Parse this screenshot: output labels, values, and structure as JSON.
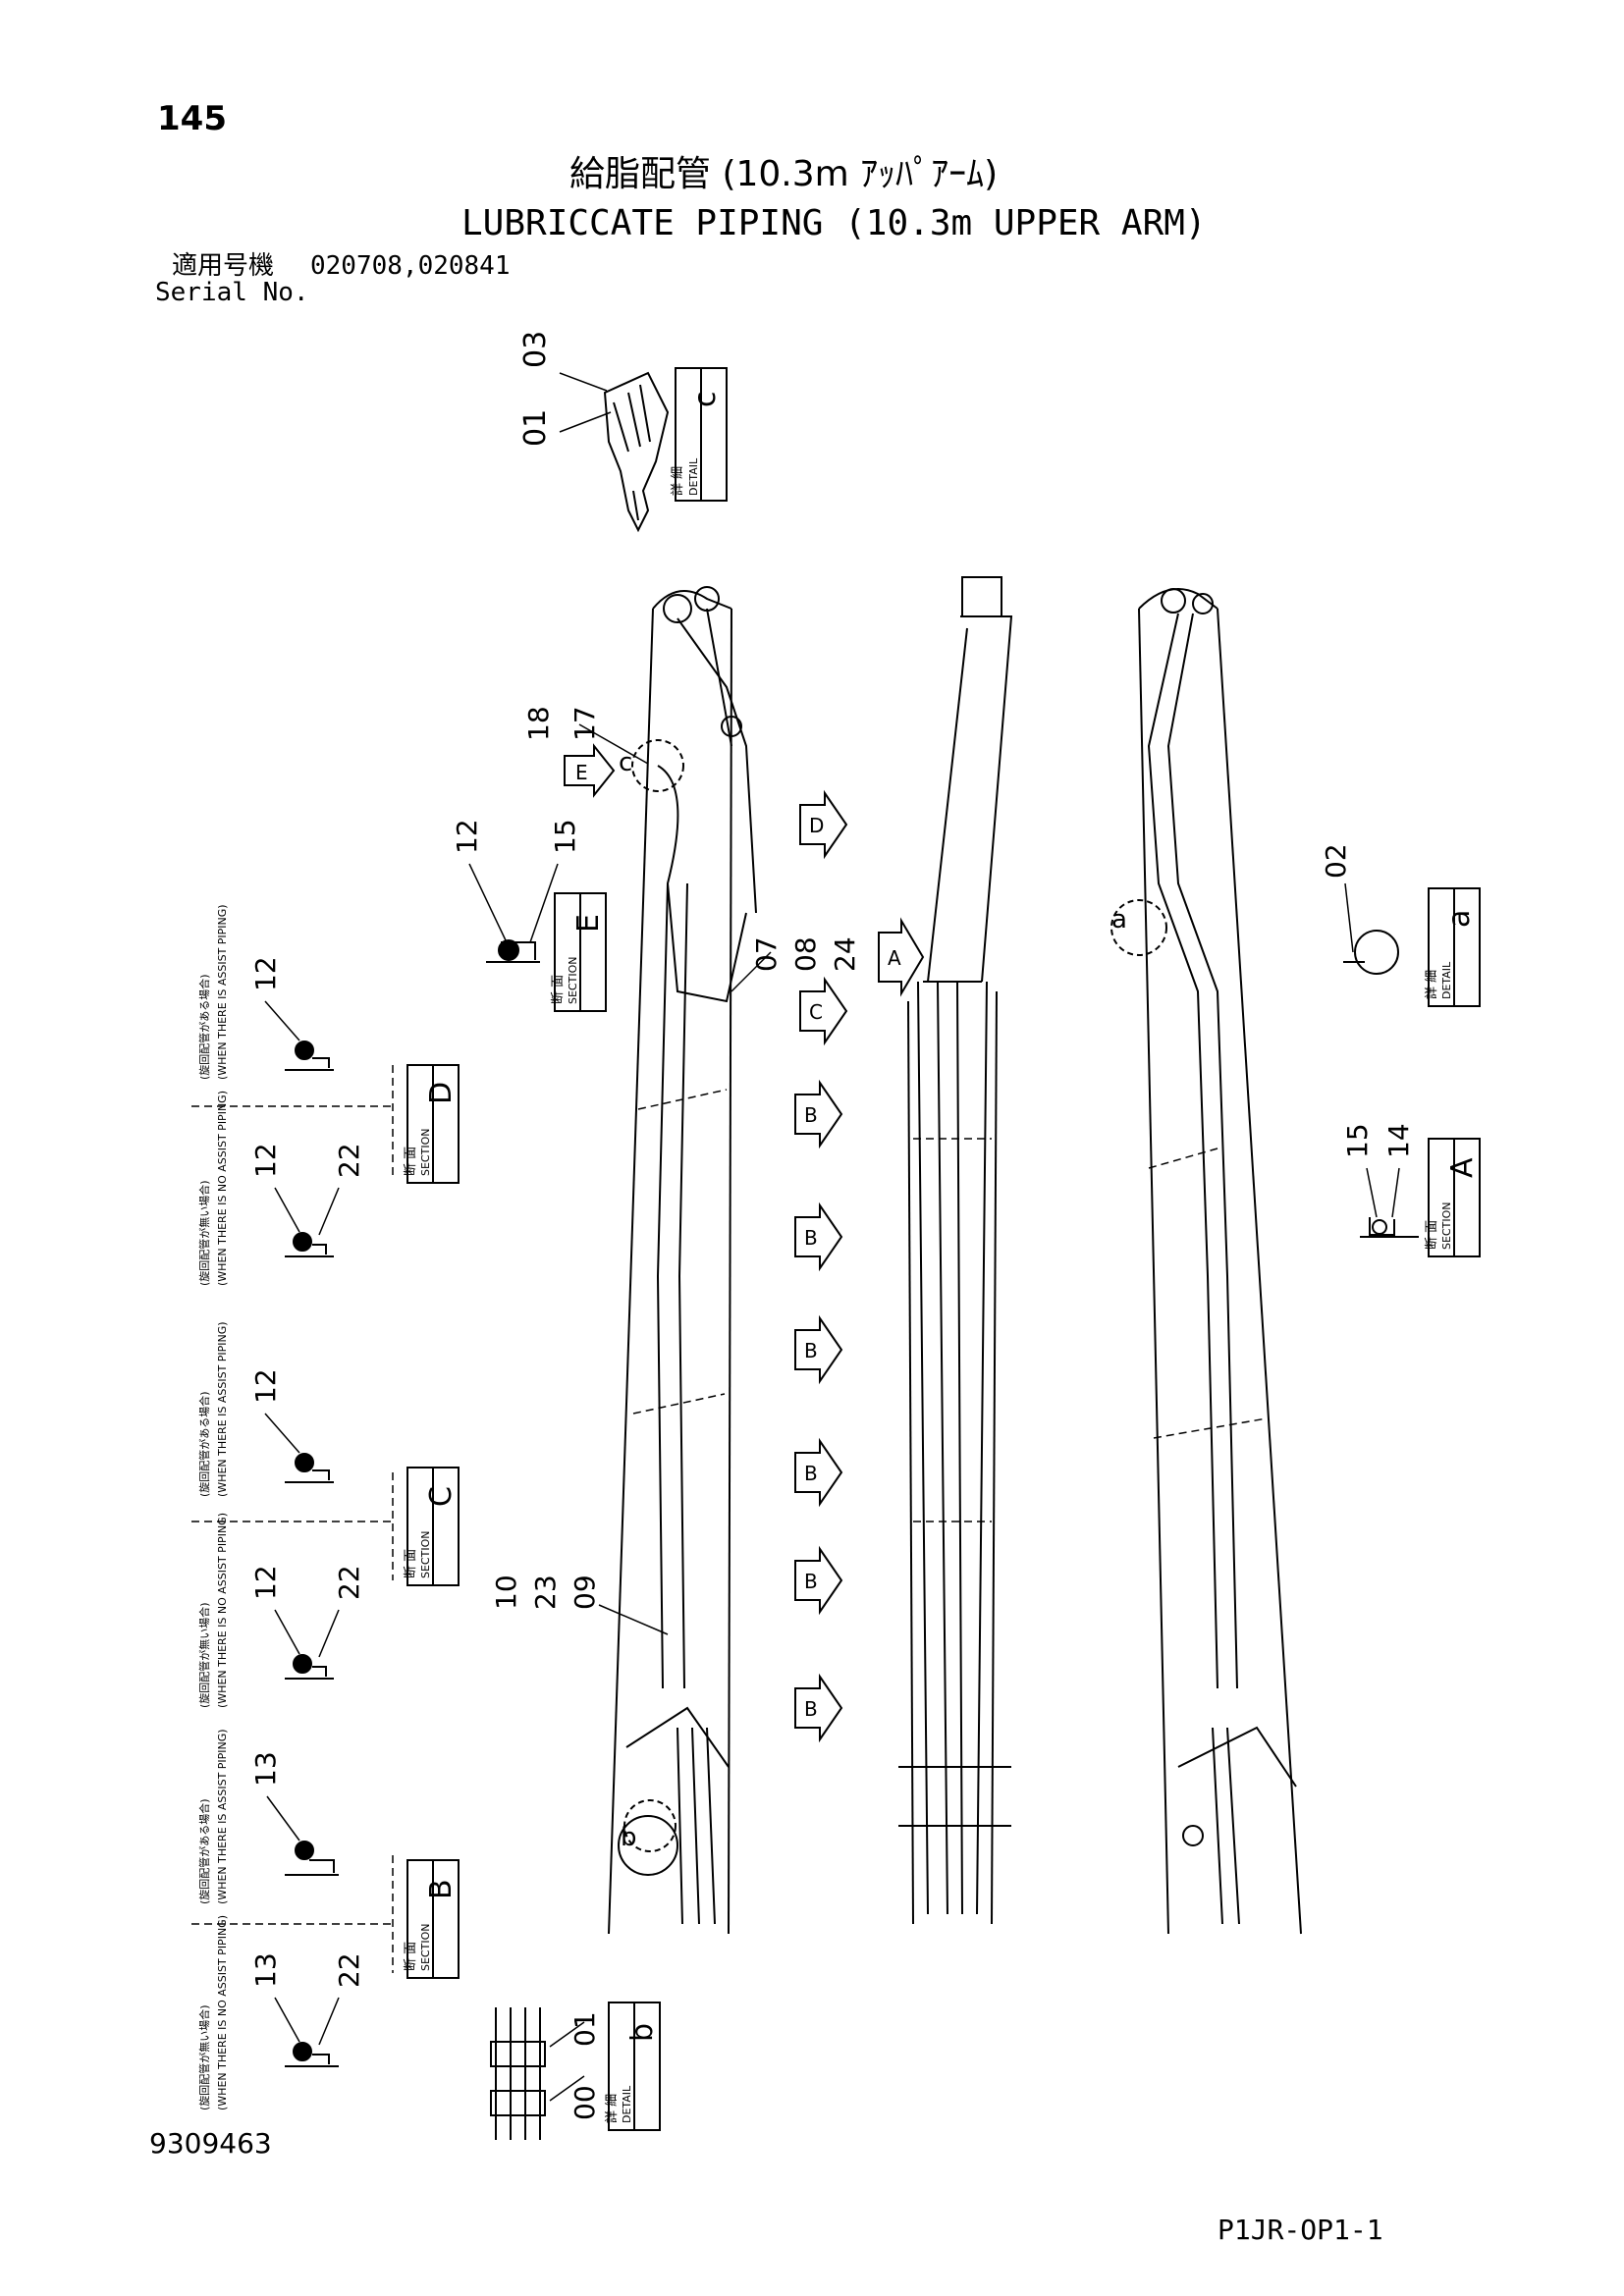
{
  "page_number": "145",
  "title_jp": "給脂配管 (10.3m ｱｯﾊﾟｱｰﾑ)",
  "title_en": "LUBRICCATE PIPING (10.3m UPPER ARM)",
  "serial": {
    "label_jp": "適用号機",
    "label_en": "Serial No.",
    "numbers": "020708,020841"
  },
  "doc_number": "9309463",
  "sheet_code": "P1JR-OP1-1",
  "labels": {
    "detail_jp": "詳 細",
    "detail_en": "DETAIL",
    "section_jp": "断 面",
    "section_en": "SECTION",
    "assist_yes": "(WHEN THERE IS ASSIST PIPING)",
    "assist_no": "(WHEN THERE IS NO ASSIST PIPING)",
    "assist_yes_jp": "(旋回配管がある場合)",
    "assist_no_jp": "(旋回配管が無い場合)"
  },
  "views": {
    "detail_c": {
      "letter": "c",
      "parts": [
        "03",
        "01"
      ]
    },
    "detail_a": {
      "letter": "a",
      "parts": [
        "02"
      ]
    },
    "detail_b": {
      "letter": "b",
      "parts": [
        "01",
        "00"
      ]
    },
    "section_e": {
      "letter": "E",
      "parts": [
        "12",
        "15"
      ]
    },
    "section_a": {
      "letter": "A",
      "parts": [
        "15",
        "14"
      ]
    },
    "section_d": {
      "letter": "D",
      "yes_parts": [
        "12"
      ],
      "no_parts": [
        "12",
        "22"
      ]
    },
    "section_c": {
      "letter": "C",
      "yes_parts": [
        "12"
      ],
      "no_parts": [
        "12",
        "22"
      ]
    },
    "section_b": {
      "letter": "B",
      "yes_parts": [
        "13"
      ],
      "no_parts": [
        "13",
        "22"
      ]
    }
  },
  "callouts": {
    "top": [
      "18",
      "17"
    ],
    "mid": [
      "07",
      "08",
      "24"
    ],
    "bottom": [
      "10",
      "23",
      "09"
    ],
    "circle_c": "c",
    "circle_a": "a",
    "circle_b": "b"
  },
  "arrows": {
    "E": "E",
    "D": "D",
    "C": "C",
    "A": "A",
    "B": "B"
  }
}
